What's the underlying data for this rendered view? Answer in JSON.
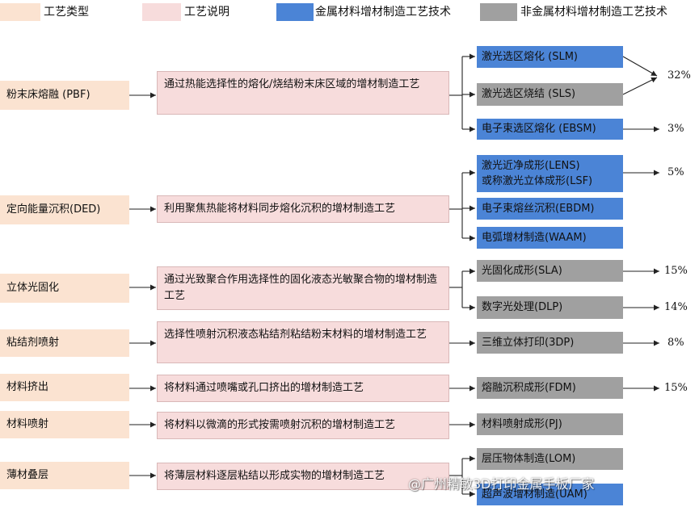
{
  "legend": {
    "process_type": "工艺类型",
    "process_desc": "工艺说明",
    "metal_tech": "金属材料增材制造工艺技术",
    "nonmetal_tech": "非金属材料增材制造工艺技术"
  },
  "colors": {
    "process_type": "#fbe3d1",
    "process_desc": "#f7dcdc",
    "metal": "#4b84d6",
    "nonmetal": "#a0a0a0"
  },
  "rows": [
    {
      "type": "粉末床熔融 (PBF)",
      "description": "通过热能选择性的熔化/烧结粉末床区域的增材制造工艺",
      "techs": [
        {
          "label": "激光选区熔化 (SLM)",
          "category": "metal"
        },
        {
          "label": "激光选区烧结 (SLS)",
          "category": "nonmetal"
        },
        {
          "label": "电子束选区熔化 (EBSM)",
          "category": "metal"
        }
      ],
      "shares": [
        "32%",
        "3%"
      ]
    },
    {
      "type": "定向能量沉积(DED)",
      "description": "利用聚焦热能将材料同步熔化沉积的增材制造工艺",
      "techs": [
        {
          "label": "激光近净成形(LENS)",
          "label2": "或称激光立体成形(LSF)",
          "category": "metal"
        },
        {
          "label": "电子束熔丝沉积(EBDM)",
          "category": "metal"
        },
        {
          "label": "电弧增材制造(WAAM)",
          "category": "metal"
        }
      ],
      "shares": [
        "5%"
      ]
    },
    {
      "type": "立体光固化",
      "description": "通过光致聚合作用选择性的固化液态光敏聚合物的增材制造工艺",
      "techs": [
        {
          "label": "光固化成形(SLA)",
          "category": "nonmetal"
        },
        {
          "label": "数字光处理(DLP)",
          "category": "nonmetal"
        }
      ],
      "shares": [
        "15%",
        "14%"
      ]
    },
    {
      "type": "粘结剂喷射",
      "description": "选择性喷射沉积液态粘结剂粘结粉末材料的增材制造工艺",
      "techs": [
        {
          "label": "三维立体打印(3DP)",
          "category": "nonmetal"
        }
      ],
      "shares": [
        "8%"
      ]
    },
    {
      "type": "材料挤出",
      "description": "将材料通过喷嘴或孔口挤出的增材制造工艺",
      "techs": [
        {
          "label": "熔融沉积成形(FDM)",
          "category": "nonmetal"
        }
      ],
      "shares": [
        "15%"
      ]
    },
    {
      "type": "材料喷射",
      "description": "将材料以微滴的形式按需喷射沉积的增材制造工艺",
      "techs": [
        {
          "label": "材料喷射成形(PJ)",
          "category": "nonmetal"
        }
      ],
      "shares": []
    },
    {
      "type": "薄材叠层",
      "description": "将薄层材料逐层粘结以形成实物的增材制造工艺",
      "techs": [
        {
          "label": "层压物体制造(LOM)",
          "category": "nonmetal"
        },
        {
          "label": "超声波增材制造(UAM)",
          "category": "metal"
        }
      ],
      "shares": []
    }
  ],
  "watermark": "@广州精敏3D打印金属手板厂家"
}
